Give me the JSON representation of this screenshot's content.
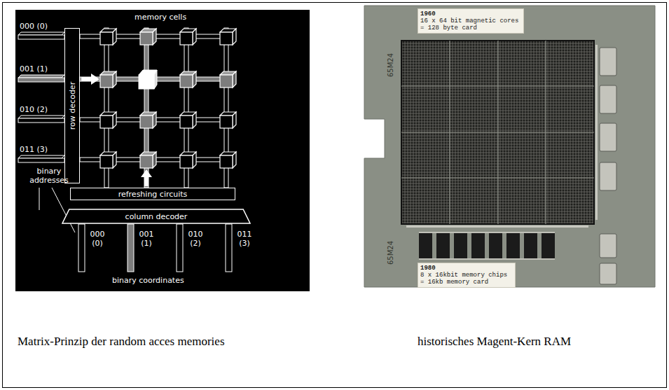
{
  "diagram": {
    "nodes": [
      {
        "text": [
          "row decoder"
        ]
      },
      {
        "text": [
          "refreshing circuits"
        ]
      },
      {
        "text": [
          "column decoder"
        ]
      },
      {
        "text": [
          "1960",
          "16 x 64 bit magnetic cores = 128 byte card"
        ]
      },
      {
        "text": [
          "1980",
          "8 x 16kbit memory chips = 16kb memory card"
        ]
      }
    ],
    "labels": [
      "memory cells",
      "000 (0)",
      "001 (1)",
      "010 (2)",
      "011 (3)",
      "binary addresses",
      "000 (0)",
      "001 (1)",
      "010 (2)",
      "011 (3)",
      "binary coordinates",
      "65M24",
      "65M24",
      "Matrix-Prinzip der random acces memories",
      "historisches Magent-Kern RAM"
    ]
  }
}
